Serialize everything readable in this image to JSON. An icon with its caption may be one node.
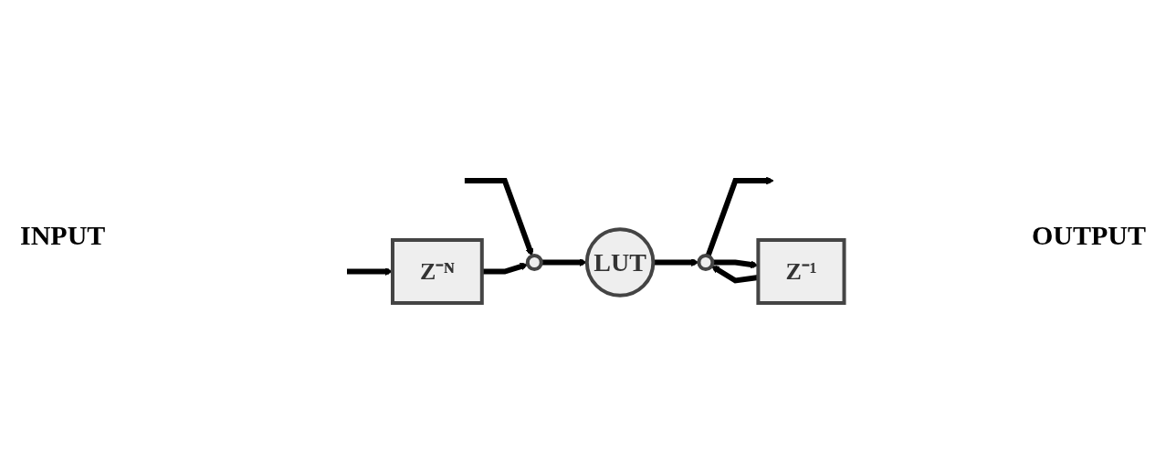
{
  "diagram": {
    "nodes": [
      {
        "text": [],
        "shape": "circle"
      },
      {
        "text": [
          "Z⁻ᴺ"
        ]
      },
      {
        "text": [
          "LUT"
        ]
      },
      {
        "text": [],
        "shape": "circle"
      },
      {
        "text": [
          "Z⁻¹"
        ]
      }
    ],
    "edges": [
      {
        "from": null,
        "to": 0,
        "arrow": "to"
      },
      {
        "from": null,
        "to": 1,
        "arrow": "to"
      },
      {
        "from": 1,
        "to": 0,
        "arrow": "to"
      },
      {
        "from": 0,
        "to": 2,
        "arrow": "to"
      },
      {
        "from": 2,
        "to": 3,
        "arrow": "to"
      },
      {
        "from": 3,
        "to": null,
        "arrow": "to"
      },
      {
        "from": 3,
        "to": 4,
        "arrow": "to"
      },
      {
        "from": 4,
        "to": 3,
        "arrow": "to"
      }
    ],
    "labels": [
      "INPUT",
      "OUTPUT"
    ]
  }
}
